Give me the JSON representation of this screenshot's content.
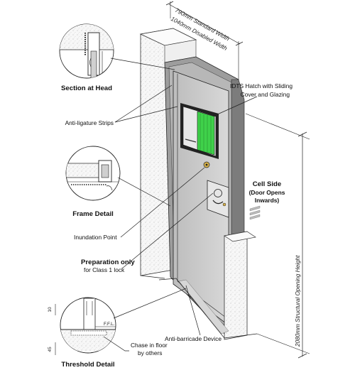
{
  "labels": {
    "section_at_head": "Section at Head",
    "anti_ligature": "Anti-ligature Strips",
    "frame_detail": "Frame Detail",
    "inundation": "Inundation Point",
    "prep_bold": "Preparation only",
    "prep_normal": "for Class 1 lock",
    "threshold_detail": "Threshold Detail",
    "chase_1": "Chase in floor",
    "chase_2": "by others",
    "anti_barricade": "Anti-barricade Device",
    "idts_1": "IDTS Hatch with Sliding",
    "idts_2": "Cover and Glazing",
    "cell_side_1": "Cell Side",
    "cell_side_2": "(Door Opens",
    "cell_side_3": "Inwards)",
    "width_standard": "790mm Standard Width",
    "width_disabled": "1040mm Disabled Width",
    "height": "2080mm Structural Opening Height",
    "ffl": "F.F.L.",
    "dim_10": "10",
    "dim_45": "45"
  },
  "colors": {
    "glazing": "#3fd14a",
    "wall": "#f4f4f4",
    "door": "#cfcfcf",
    "frame": "#8a8a8a"
  }
}
